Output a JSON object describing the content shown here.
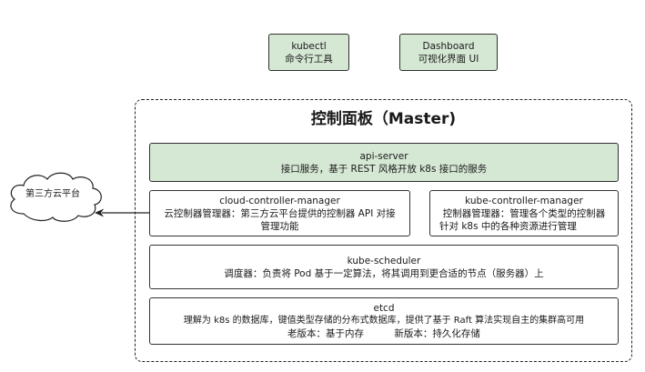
{
  "top_tools": {
    "kubectl": {
      "title": "kubectl",
      "subtitle": "命令行工具"
    },
    "dashboard": {
      "title": "Dashboard",
      "subtitle": "可视化界面 UI"
    }
  },
  "master": {
    "title": "控制面板（Master)"
  },
  "components": {
    "api_server": {
      "title": "api-server",
      "desc": "接口服务，基于 REST 风格开放 k8s 接口的服务"
    },
    "cloud_controller_manager": {
      "title": "cloud-controller-manager",
      "desc_line1": "云控制器管理器：第三方云平台提供的控制器 API 对接",
      "desc_line2": "管理功能"
    },
    "kube_controller_manager": {
      "title": "kube-controller-manager",
      "desc_line1": "控制器管理器：管理各个类型的控制器",
      "desc_line2": "针对 k8s 中的各种资源进行管理"
    },
    "kube_scheduler": {
      "title": "kube-scheduler",
      "desc": "调度器：负责将 Pod 基于一定算法，将其调用到更合适的节点（服务器）上"
    },
    "etcd": {
      "title": "etcd",
      "desc_line1": "理解为 k8s 的数据库，键值类型存储的分布式数据库，提供了基于 Raft 算法实现自主的集群高可用",
      "desc_line2": "老版本：基于内存          新版本：持久化存储"
    }
  },
  "external": {
    "cloud_label": "第三方云平台"
  },
  "colors": {
    "green_fill": "#d5e8d4",
    "border": "#333333"
  }
}
